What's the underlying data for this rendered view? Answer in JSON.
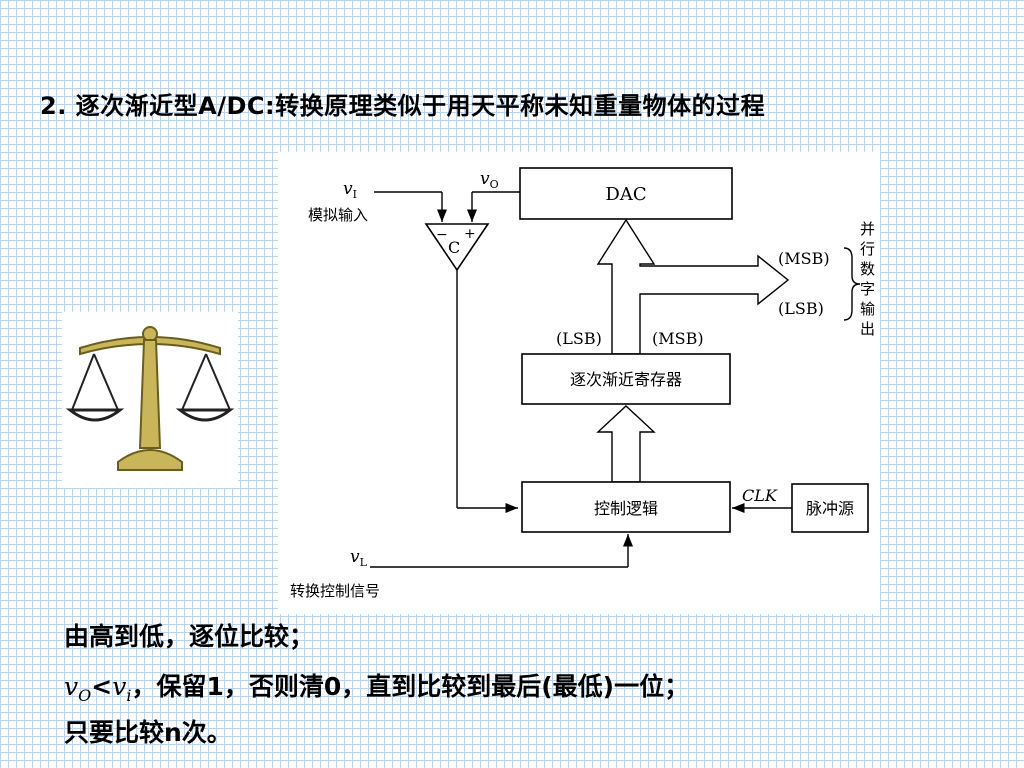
{
  "heading": "2. 逐次渐近型A/DC:转换原理类似于用天平称未知重量物体的过程",
  "diagram": {
    "vi_label": "v",
    "vi_sub": "I",
    "vi_caption": "模拟输入",
    "vo_label": "v",
    "vo_sub": "O",
    "comp_minus": "−",
    "comp_plus": "+",
    "comp_label": "C",
    "dac_label": "DAC",
    "msb_out": "(MSB)",
    "lsb_out": "(LSB)",
    "parallel_output": [
      "并",
      "行",
      "数",
      "字",
      "输",
      "出"
    ],
    "lsb_reg": "(LSB)",
    "msb_reg": "(MSB)",
    "register_label": "逐次渐近寄存器",
    "control_label": "控制逻辑",
    "clk_label": "CLK",
    "pulse_label": "脉冲源",
    "vl_label": "v",
    "vl_sub": "L",
    "vl_caption": "转换控制信号"
  },
  "notes": {
    "line1": "由高到低，逐位比较；",
    "line2_vo": "v",
    "line2_vo_sub": "O",
    "line2_lt": "<",
    "line2_vi": "v",
    "line2_vi_sub": "i",
    "line2_rest": "，保留1，否则清0，直到比较到最后(最低)一位；",
    "line3": "只要比较n次。"
  }
}
